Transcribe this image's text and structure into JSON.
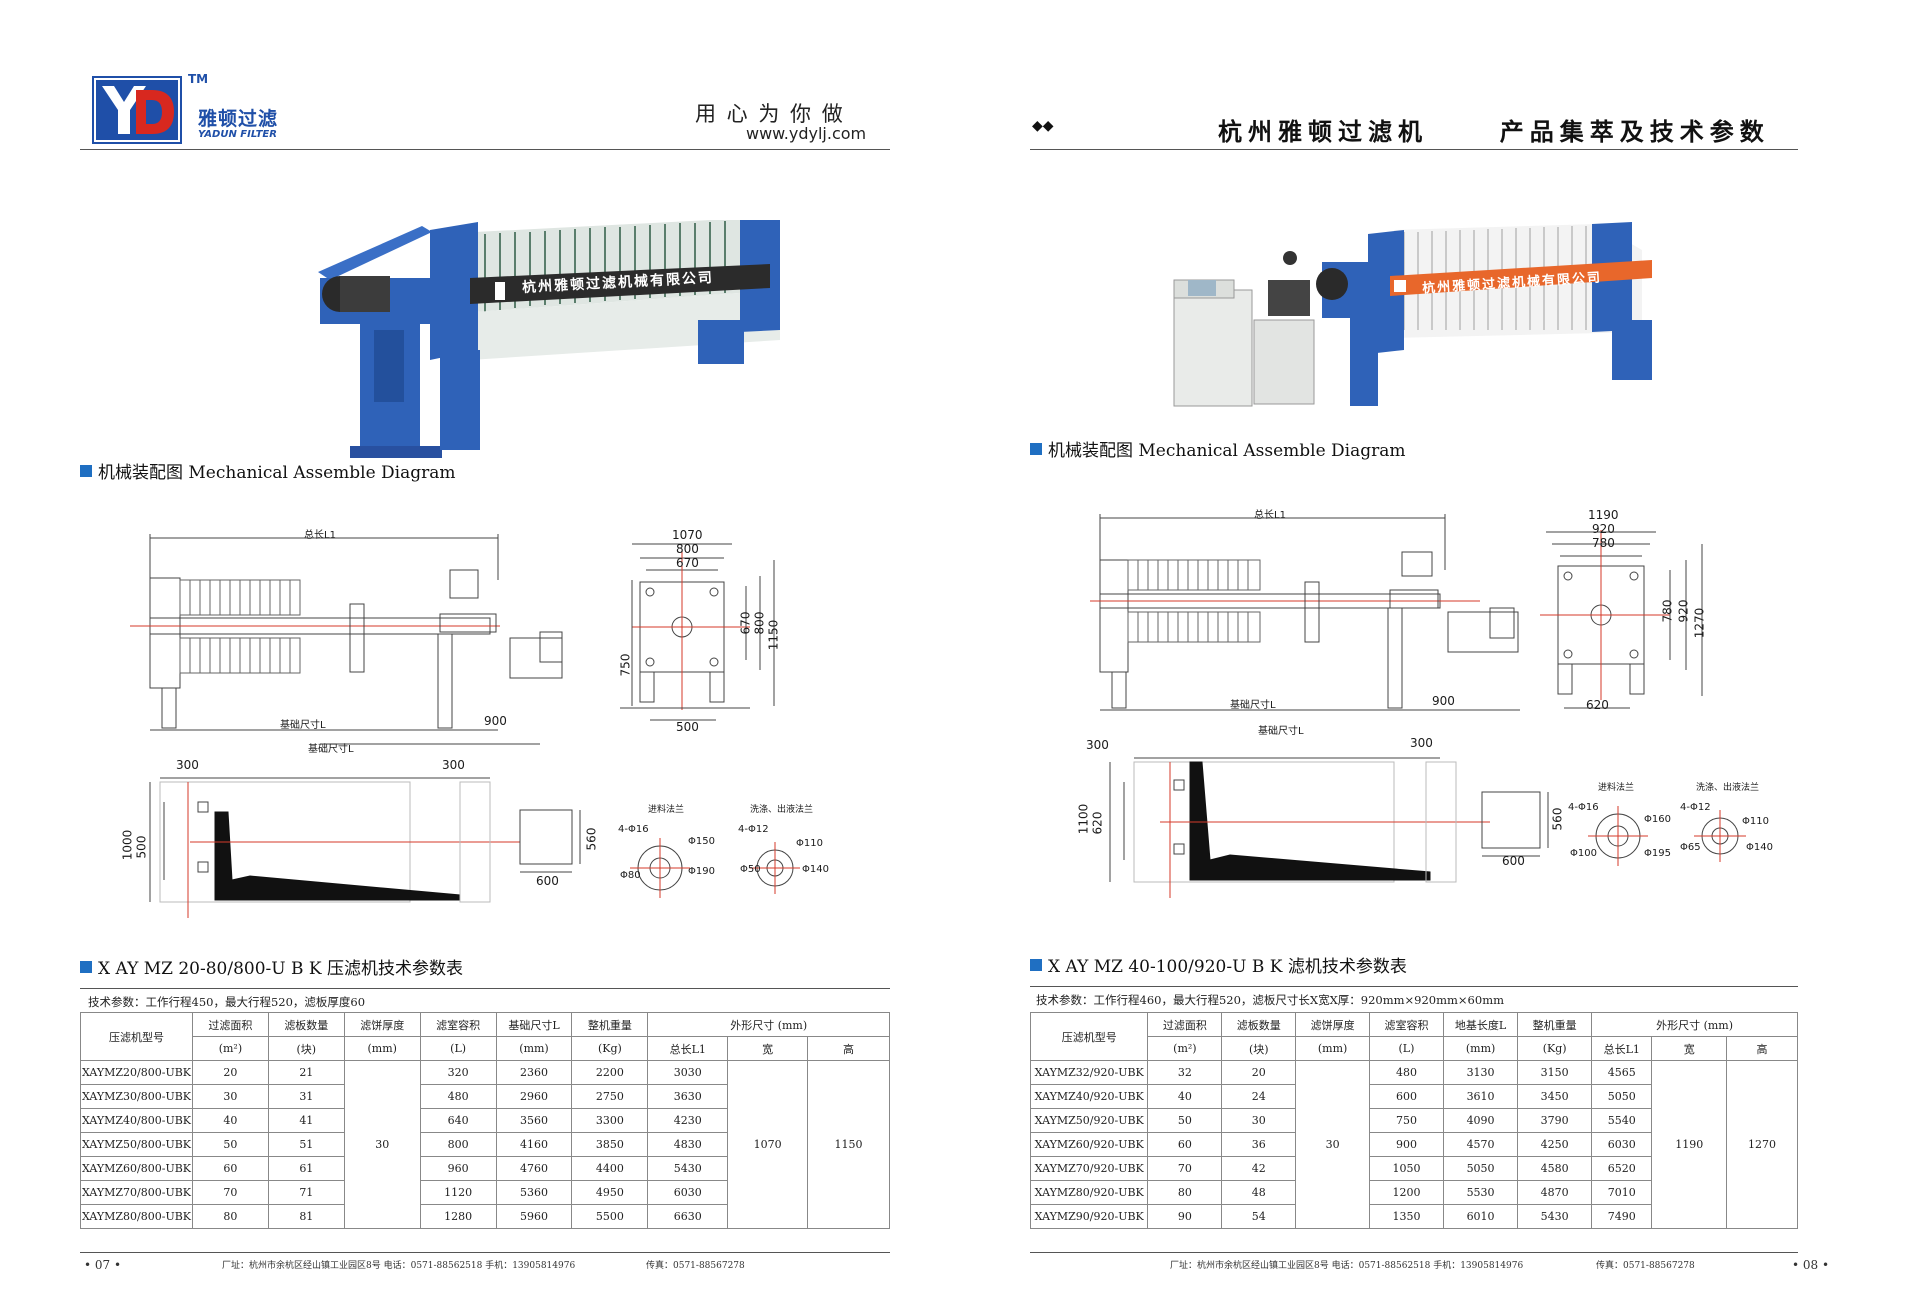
{
  "left": {
    "logo": {
      "letters": "YD",
      "tm": "TM",
      "cn": "雅顿过滤",
      "en": "YADUN FILTER"
    },
    "slogan": "用 心 为 你 做",
    "website": "www.ydylj.com",
    "product_banner": "杭州雅顿过滤机械有限公司",
    "diagram_title": "机械装配图 Mechanical Assemble Diagram",
    "drawing": {
      "total_length": "总长L1",
      "base_size": "基础尺寸L",
      "d900": "900",
      "d1070": "1070",
      "d800": "800",
      "d670": "670",
      "v670": "670",
      "v800": "800",
      "v1150": "1150",
      "v750": "750",
      "d500": "500",
      "d300a": "300",
      "d300b": "300",
      "v1000": "1000",
      "v500": "500",
      "d600": "600",
      "v560": "560",
      "flange1_title": "进料法兰",
      "flange1_bolts": "4-Φ16",
      "flange1_a": "Φ150",
      "flange1_b": "Φ80",
      "flange1_c": "Φ190",
      "flange2_title": "洗涤、出液法兰",
      "flange2_bolts": "4-Φ12",
      "flange2_a": "Φ110",
      "flange2_b": "Φ50",
      "flange2_c": "Φ140"
    },
    "table_title": "X AY MZ 20-80/800-U B K 压滤机技术参数表",
    "table_note": "技术参数：工作行程450，最大行程520，滤板厚度60",
    "headers": [
      "压滤机型号",
      "过滤面积",
      "滤板数量",
      "滤饼厚度",
      "滤室容积",
      "基础尺寸L",
      "整机重量",
      "外形尺寸 (mm)"
    ],
    "units": [
      "(m²)",
      "(块)",
      "(mm)",
      "(L)",
      "(mm)",
      "(Kg)"
    ],
    "sub_headers": [
      "总长L1",
      "宽",
      "高"
    ],
    "rows": [
      [
        "XAYMZ20/800-UBK",
        "20",
        "21",
        "320",
        "2360",
        "2200",
        "3030"
      ],
      [
        "XAYMZ30/800-UBK",
        "30",
        "31",
        "480",
        "2960",
        "2750",
        "3630"
      ],
      [
        "XAYMZ40/800-UBK",
        "40",
        "41",
        "640",
        "3560",
        "3300",
        "4230"
      ],
      [
        "XAYMZ50/800-UBK",
        "50",
        "51",
        "800",
        "4160",
        "3850",
        "4830"
      ],
      [
        "XAYMZ60/800-UBK",
        "60",
        "61",
        "960",
        "4760",
        "4400",
        "5430"
      ],
      [
        "XAYMZ70/800-UBK",
        "70",
        "71",
        "1120",
        "5360",
        "4950",
        "6030"
      ],
      [
        "XAYMZ80/800-UBK",
        "80",
        "81",
        "1280",
        "5960",
        "5500",
        "6630"
      ]
    ],
    "cake_thickness": "30",
    "width": "1070",
    "height": "1150",
    "footer_page": "• 07 •",
    "footer_addr": "厂址：杭州市余杭区经山镇工业园区8号   电话：0571-88562518    手机：13905814976",
    "footer_fax": "传真：0571-88567278"
  },
  "right": {
    "header_title": "杭州雅顿过滤机     产品集萃及技术参数",
    "product_banner": "杭州雅顿过滤机械有限公司",
    "diagram_title": "机械装配图 Mechanical Assemble Diagram",
    "drawing": {
      "total_length": "总长L1",
      "base_size": "基础尺寸L",
      "d900": "900",
      "d1190": "1190",
      "d920": "920",
      "d780": "780",
      "v780": "780",
      "v920": "920",
      "v1270": "1270",
      "d620": "620",
      "d300a": "300",
      "d300b": "300",
      "v1100": "1100",
      "v620": "620",
      "d600": "600",
      "v560": "560",
      "flange1_title": "进料法兰",
      "flange1_bolts": "4-Φ16",
      "flange1_a": "Φ160",
      "flange1_b": "Φ100",
      "flange1_c": "Φ195",
      "flange2_title": "洗涤、出液法兰",
      "flange2_bolts": "4-Φ12",
      "flange2_a": "Φ110",
      "flange2_b": "Φ65",
      "flange2_c": "Φ140"
    },
    "table_title": "X AY MZ 40-100/920-U B K 滤机技术参数表",
    "table_note": "技术参数：工作行程460，最大行程520，滤板尺寸长X宽X厚：920mm×920mm×60mm",
    "headers": [
      "压滤机型号",
      "过滤面积",
      "滤板数量",
      "滤饼厚度",
      "滤室容积",
      "地基长度L",
      "整机重量",
      "外形尺寸 (mm)"
    ],
    "units": [
      "(m²)",
      "(块)",
      "(mm)",
      "(L)",
      "(mm)",
      "(Kg)"
    ],
    "sub_headers": [
      "总长L1",
      "宽",
      "高"
    ],
    "rows": [
      [
        "XAYMZ32/920-UBK",
        "32",
        "20",
        "480",
        "3130",
        "3150",
        "4565"
      ],
      [
        "XAYMZ40/920-UBK",
        "40",
        "24",
        "600",
        "3610",
        "3450",
        "5050"
      ],
      [
        "XAYMZ50/920-UBK",
        "50",
        "30",
        "750",
        "4090",
        "3790",
        "5540"
      ],
      [
        "XAYMZ60/920-UBK",
        "60",
        "36",
        "900",
        "4570",
        "4250",
        "6030"
      ],
      [
        "XAYMZ70/920-UBK",
        "70",
        "42",
        "1050",
        "5050",
        "4580",
        "6520"
      ],
      [
        "XAYMZ80/920-UBK",
        "80",
        "48",
        "1200",
        "5530",
        "4870",
        "7010"
      ],
      [
        "XAYMZ90/920-UBK",
        "90",
        "54",
        "1350",
        "6010",
        "5430",
        "7490"
      ]
    ],
    "cake_thickness": "30",
    "width": "1190",
    "height": "1270",
    "footer_page": "• 08 •",
    "footer_addr": "厂址：杭州市余杭区经山镇工业园区8号   电话：0571-88562518    手机：13905814976",
    "footer_fax": "传真：0571-88567278"
  },
  "colors": {
    "brand_blue": "#1f4fa8",
    "brand_red": "#d8281f",
    "machine_blue": "#2f62b8",
    "banner_orange": "#e8672b",
    "drawing_red": "#d53a2a"
  }
}
